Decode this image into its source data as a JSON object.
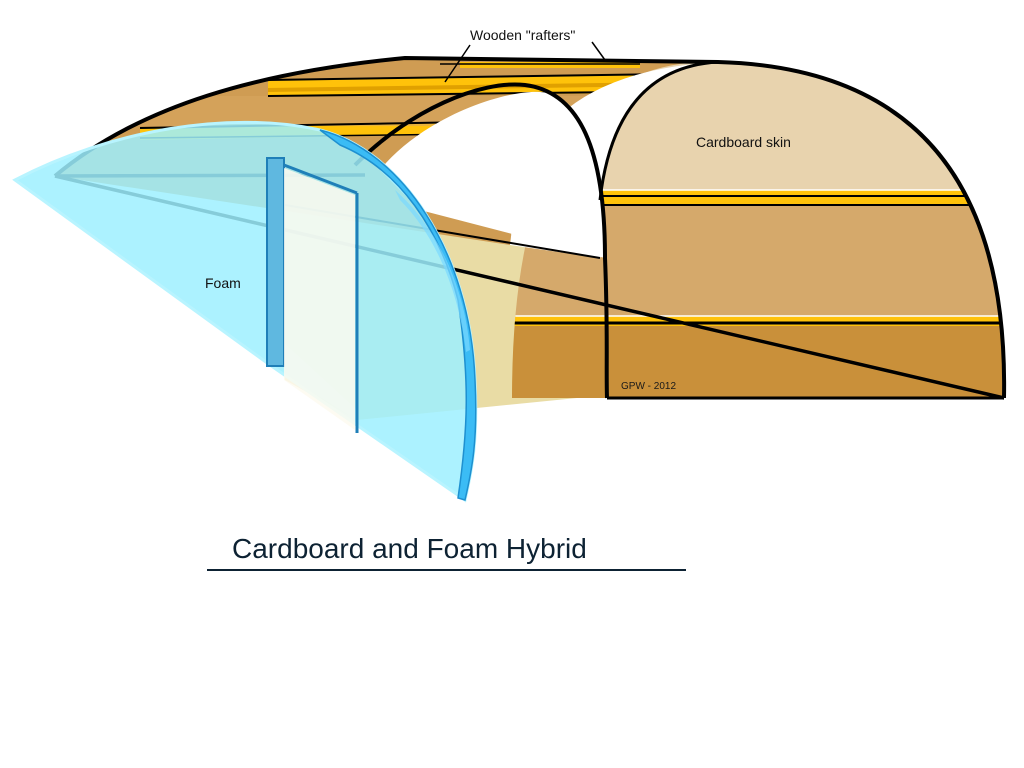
{
  "labels": {
    "rafters": "Wooden \"rafters\"",
    "skin": "Cardboard skin",
    "foam": "Foam",
    "credit": "GPW - 2012"
  },
  "title": "Cardboard and Foam Hybrid",
  "colors": {
    "cardboard_dark": "#c9903a",
    "cardboard_mid": "#d5a96b",
    "cardboard_light": "#e8d3ae",
    "cardboard_top": "#cf9c53",
    "rafter_yellow": "#ffc20a",
    "floor_cream": "#e9dca5",
    "foam_light": "#9ef0ff",
    "foam_edge": "#2ab0f0",
    "outline": "#000000"
  }
}
